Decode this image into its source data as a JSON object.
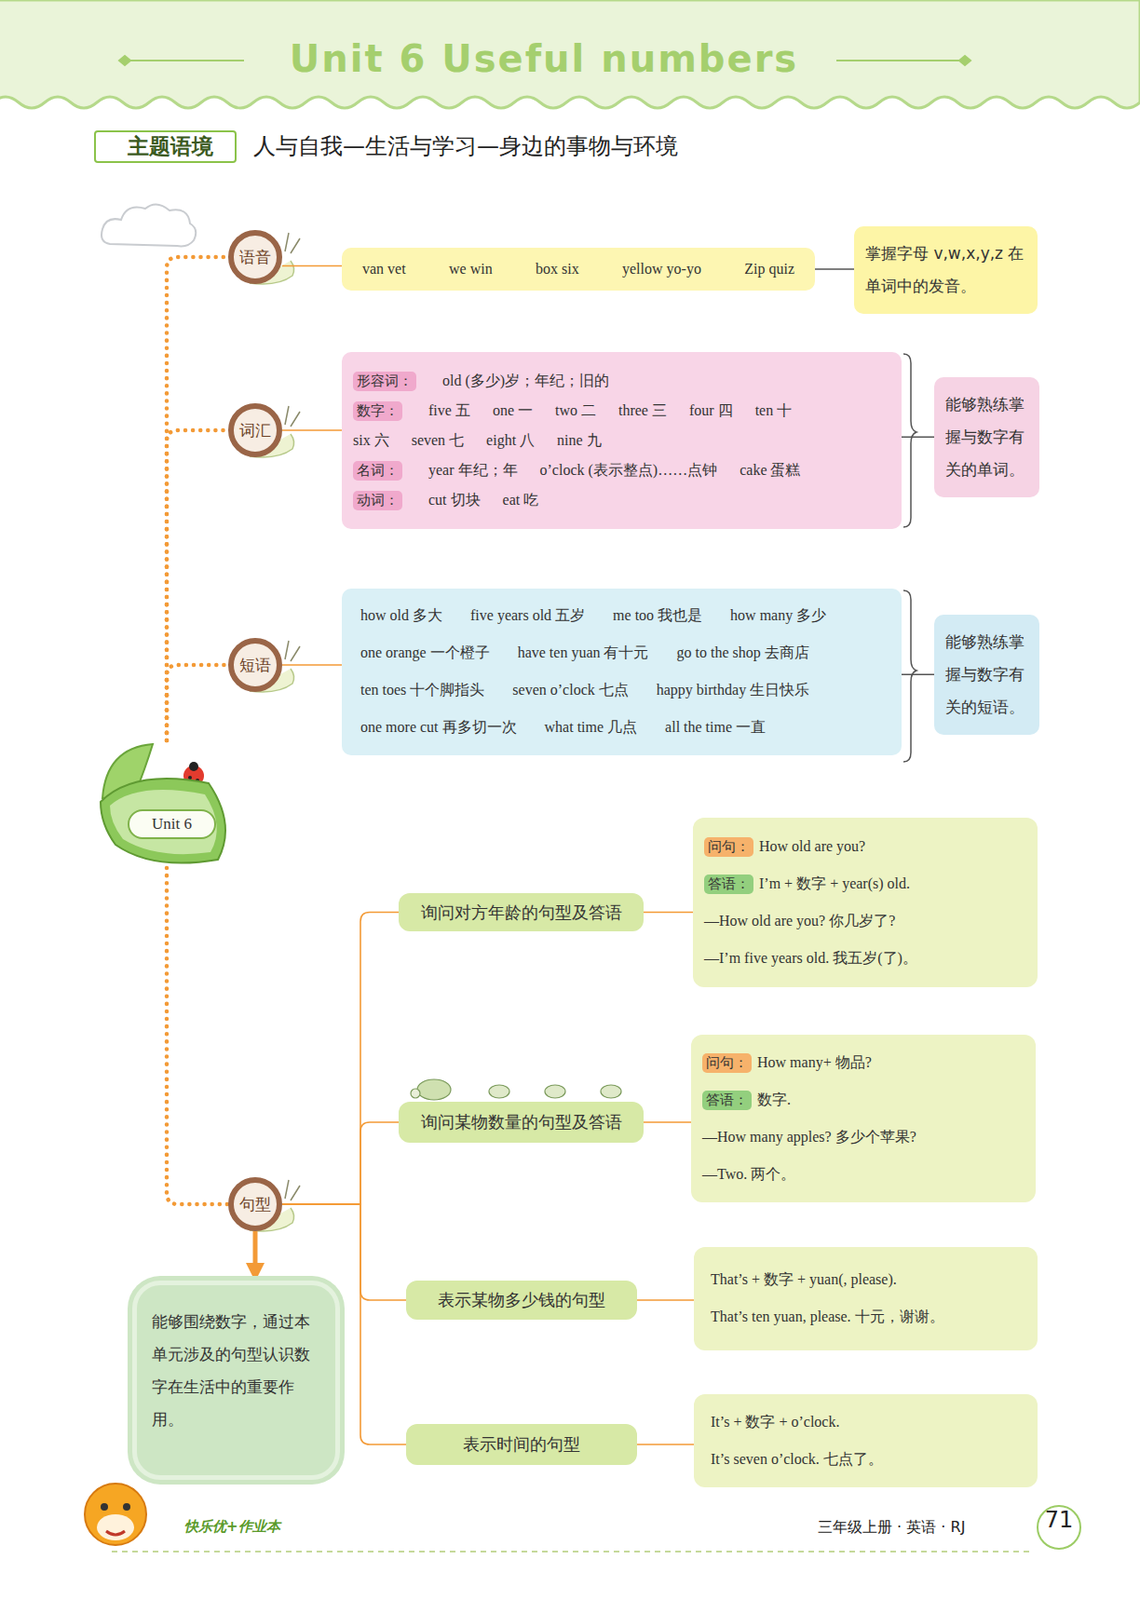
{
  "diagram": {
    "title": "Unit 6 Useful numbers",
    "nodes": [
      {
        "text": [
          "主题语境"
        ]
      },
      {
        "text": [
          "Unit 6"
        ]
      },
      {
        "text": [
          "语音"
        ]
      },
      {
        "text": [
          "van vet",
          "we win",
          "box six",
          "yellow yo-yo",
          "Zip quiz"
        ]
      },
      {
        "text": [
          "掌握字母 v,w,x,y,z 在单词中的发音。"
        ]
      },
      {
        "text": [
          "词汇"
        ]
      },
      {
        "text": [
          "形容词：",
          "old (多少)岁；年纪；旧的",
          "数字：",
          "five 五",
          "one 一",
          "two 二",
          "three 三",
          "four 四",
          "ten 十",
          "six 六",
          "seven 七",
          "eight 八",
          "nine 九",
          "名词：",
          "year 年纪；年",
          "o’clock (表示整点)……点钟",
          "cake 蛋糕",
          "动词：",
          "cut 切块",
          "eat 吃"
        ]
      },
      {
        "text": [
          "能够熟练掌握与数字有关的单词。"
        ]
      },
      {
        "text": [
          "短语"
        ]
      },
      {
        "text": [
          "how old 多大",
          "five years old 五岁",
          "me too 我也是",
          "how many 多少",
          "one orange 一个橙子",
          "have ten yuan 有十元",
          "go to the shop 去商店",
          "ten toes 十个脚指头",
          "seven o’clock 七点",
          "happy birthday 生日快乐",
          "one more cut 再多切一次",
          "what time 几点",
          "all the time 一直"
        ]
      },
      {
        "text": [
          "能够熟练掌握与数字有关的短语。"
        ]
      },
      {
        "text": [
          "句型"
        ]
      },
      {
        "text": [
          "询问对方年龄的句型及答语"
        ]
      },
      {
        "text": [
          "问句：",
          "How old are you?",
          "答语：",
          "I’m + 数字 + year(s) old.",
          "—How old are you? 你几岁了?",
          "—I’m five years old. 我五岁(了)。"
        ]
      },
      {
        "text": [
          "询问某物数量的句型及答语"
        ]
      },
      {
        "text": [
          "问句：",
          "How many+ 物品?",
          "答语：",
          "数字.",
          "—How many apples? 多少个苹果?",
          "—Two. 两个。"
        ]
      },
      {
        "text": [
          "表示某物多少钱的句型"
        ]
      },
      {
        "text": [
          "That’s + 数字 + yuan(, please).",
          "That’s ten yuan, please. 十元，谢谢。"
        ]
      },
      {
        "text": [
          "表示时间的句型"
        ]
      },
      {
        "text": [
          "It’s + 数字 + o’clock.",
          "It’s seven o’clock. 七点了。"
        ]
      },
      {
        "text": [
          "能够围绕数字，通过本单元涉及的句型认识数字在生活中的重要作用。"
        ]
      }
    ],
    "edges": [
      {
        "from": 1,
        "to": 2,
        "arrow": "none"
      },
      {
        "from": 1,
        "to": 5,
        "arrow": "none"
      },
      {
        "from": 1,
        "to": 8,
        "arrow": "none"
      },
      {
        "from": 1,
        "to": 11,
        "arrow": "none"
      },
      {
        "from": 2,
        "to": 3,
        "arrow": "none"
      },
      {
        "from": 5,
        "to": 6,
        "arrow": "none"
      },
      {
        "from": 8,
        "to": 9,
        "arrow": "none"
      },
      {
        "from": 3,
        "to": 4,
        "arrow": "none"
      },
      {
        "from": 6,
        "to": 7,
        "arrow": "none"
      },
      {
        "from": 9,
        "to": 10,
        "arrow": "none"
      },
      {
        "from": 11,
        "to": 12,
        "arrow": "none"
      },
      {
        "from": 11,
        "to": 14,
        "arrow": "none"
      },
      {
        "from": 11,
        "to": 16,
        "arrow": "none"
      },
      {
        "from": 11,
        "to": 18,
        "arrow": "none"
      },
      {
        "from": 12,
        "to": 13,
        "arrow": "none"
      },
      {
        "from": 14,
        "to": 15,
        "arrow": "none"
      },
      {
        "from": 16,
        "to": 17,
        "arrow": "none"
      },
      {
        "from": 18,
        "to": 19,
        "arrow": "none"
      },
      {
        "from": 11,
        "to": 20,
        "arrow": "to"
      }
    ],
    "labels": [
      "人与自我—生活与学习—身边的事物与环境",
      "快乐优+作业本",
      "三年级上册 · 英语 · RJ",
      "71"
    ]
  }
}
